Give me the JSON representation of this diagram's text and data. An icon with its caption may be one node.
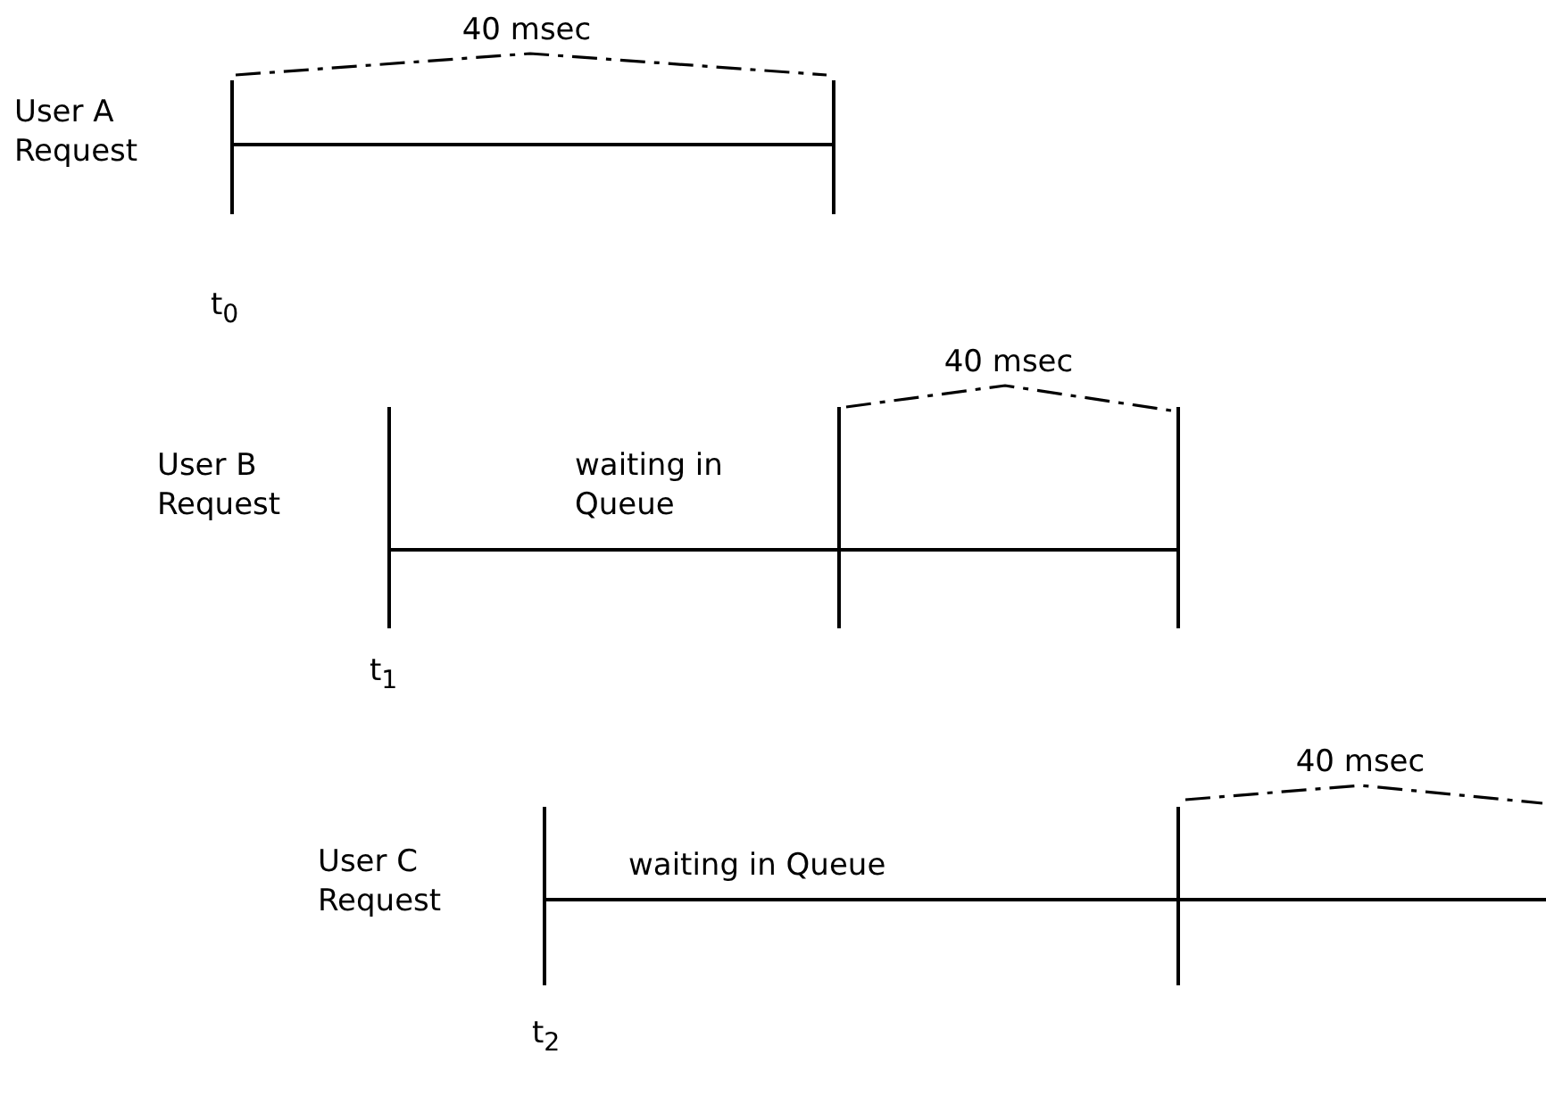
{
  "diagram": {
    "labels": [
      "40 msec",
      "User A Request",
      "t$_{0}$",
      "40 msec",
      "User B Request",
      "waiting in Queue",
      "t$_{1}$",
      "40 msec",
      "User C Request",
      "waiting in Queue",
      "t$_{2}$"
    ]
  }
}
